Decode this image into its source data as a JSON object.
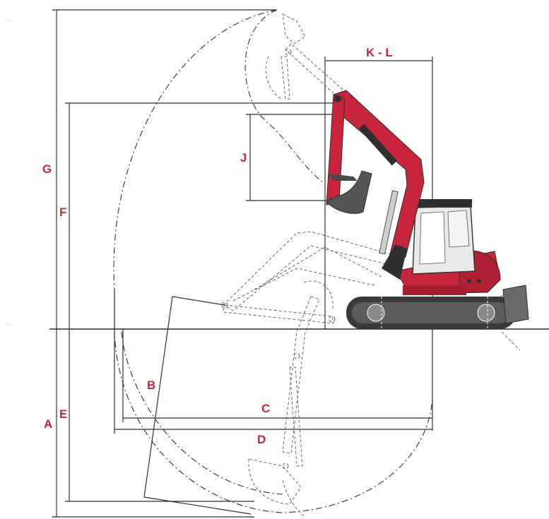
{
  "labels": {
    "A": "A",
    "B": "B",
    "C": "C",
    "D": "D",
    "E": "E",
    "F": "F",
    "G": "G",
    "J": "J",
    "KL": "K - L"
  },
  "colors": {
    "machine_red": "#c8243a",
    "label_red": "#c8243a",
    "line": "#2f2f2f",
    "track": "#3a3a3a"
  }
}
